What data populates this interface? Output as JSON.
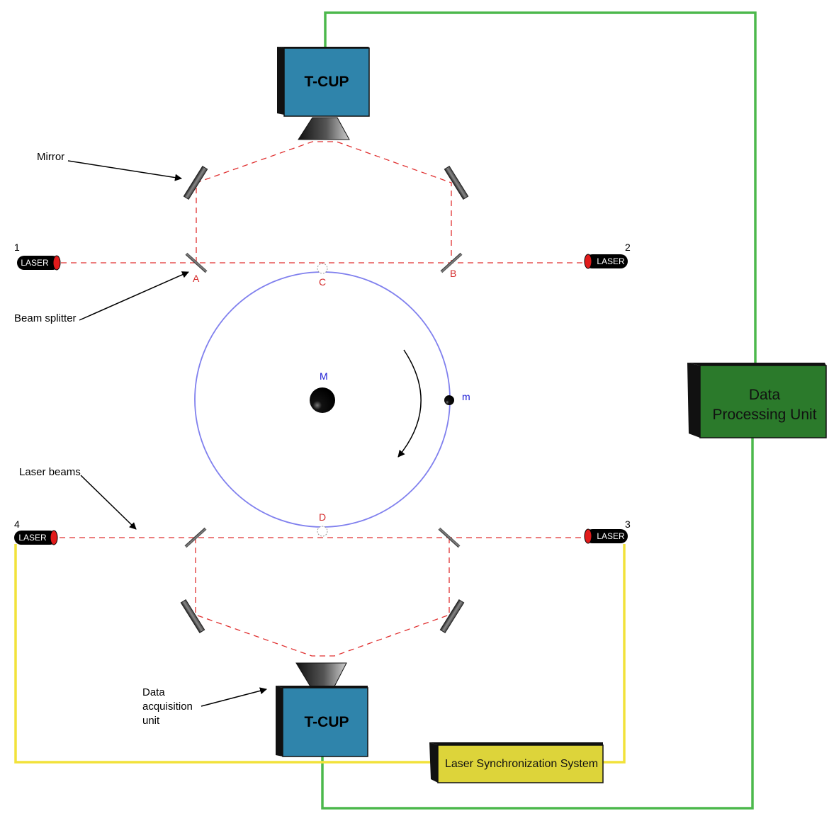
{
  "labels": {
    "mirror": "Mirror",
    "beam_splitter": "Beam splitter",
    "laser_beams": "Laser beams",
    "data_acquisition": [
      "Data",
      "acquisition",
      "unit"
    ]
  },
  "lasers": [
    {
      "number": "1",
      "label": "LASER"
    },
    {
      "number": "2",
      "label": "LASER"
    },
    {
      "number": "3",
      "label": "LASER"
    },
    {
      "number": "4",
      "label": "LASER"
    }
  ],
  "points": {
    "A": "A",
    "B": "B",
    "C": "C",
    "D": "D"
  },
  "masses": {
    "central": "M",
    "orbiting": "m"
  },
  "tcup_top": "T-CUP",
  "tcup_bottom": "T-CUP",
  "dpu": [
    "Data",
    "Processing Unit"
  ],
  "lss": "Laser Synchronization System",
  "colors": {
    "beam": "#e03030",
    "orbit": "#8080ee",
    "tcup": "#2f84ab",
    "dpu": "#2b7a2b",
    "lss": "#ddd43a",
    "green_wire": "#4cb84c",
    "yellow_wire": "#f2e23a"
  }
}
